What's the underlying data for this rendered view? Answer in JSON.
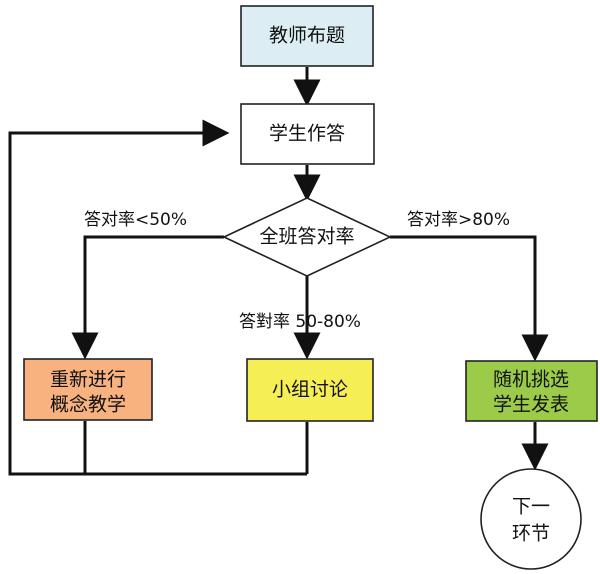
{
  "nodes": {
    "teacher_assigns": {
      "label": "教师布题",
      "fill": "#DCEEF3"
    },
    "students_answer": {
      "label": "学生作答",
      "fill": "#FFFFFF"
    },
    "class_accuracy": {
      "label": "全班答对率",
      "fill": "#FFFFFF"
    },
    "reteach": {
      "lines": [
        "重新进行",
        "概念教学"
      ],
      "fill": "#F7B27F"
    },
    "group_discussion": {
      "label": "小组讨论",
      "fill": "#F5EF55"
    },
    "random_present": {
      "lines": [
        "随机挑选",
        "学生发表"
      ],
      "fill": "#9CCB4A"
    },
    "next_step": {
      "lines": [
        "下一",
        "环节"
      ],
      "fill": "#FFFFFF"
    }
  },
  "edges": {
    "low": "答对率<50%",
    "mid": "答對率 50-80%",
    "high": "答对率>80%"
  }
}
